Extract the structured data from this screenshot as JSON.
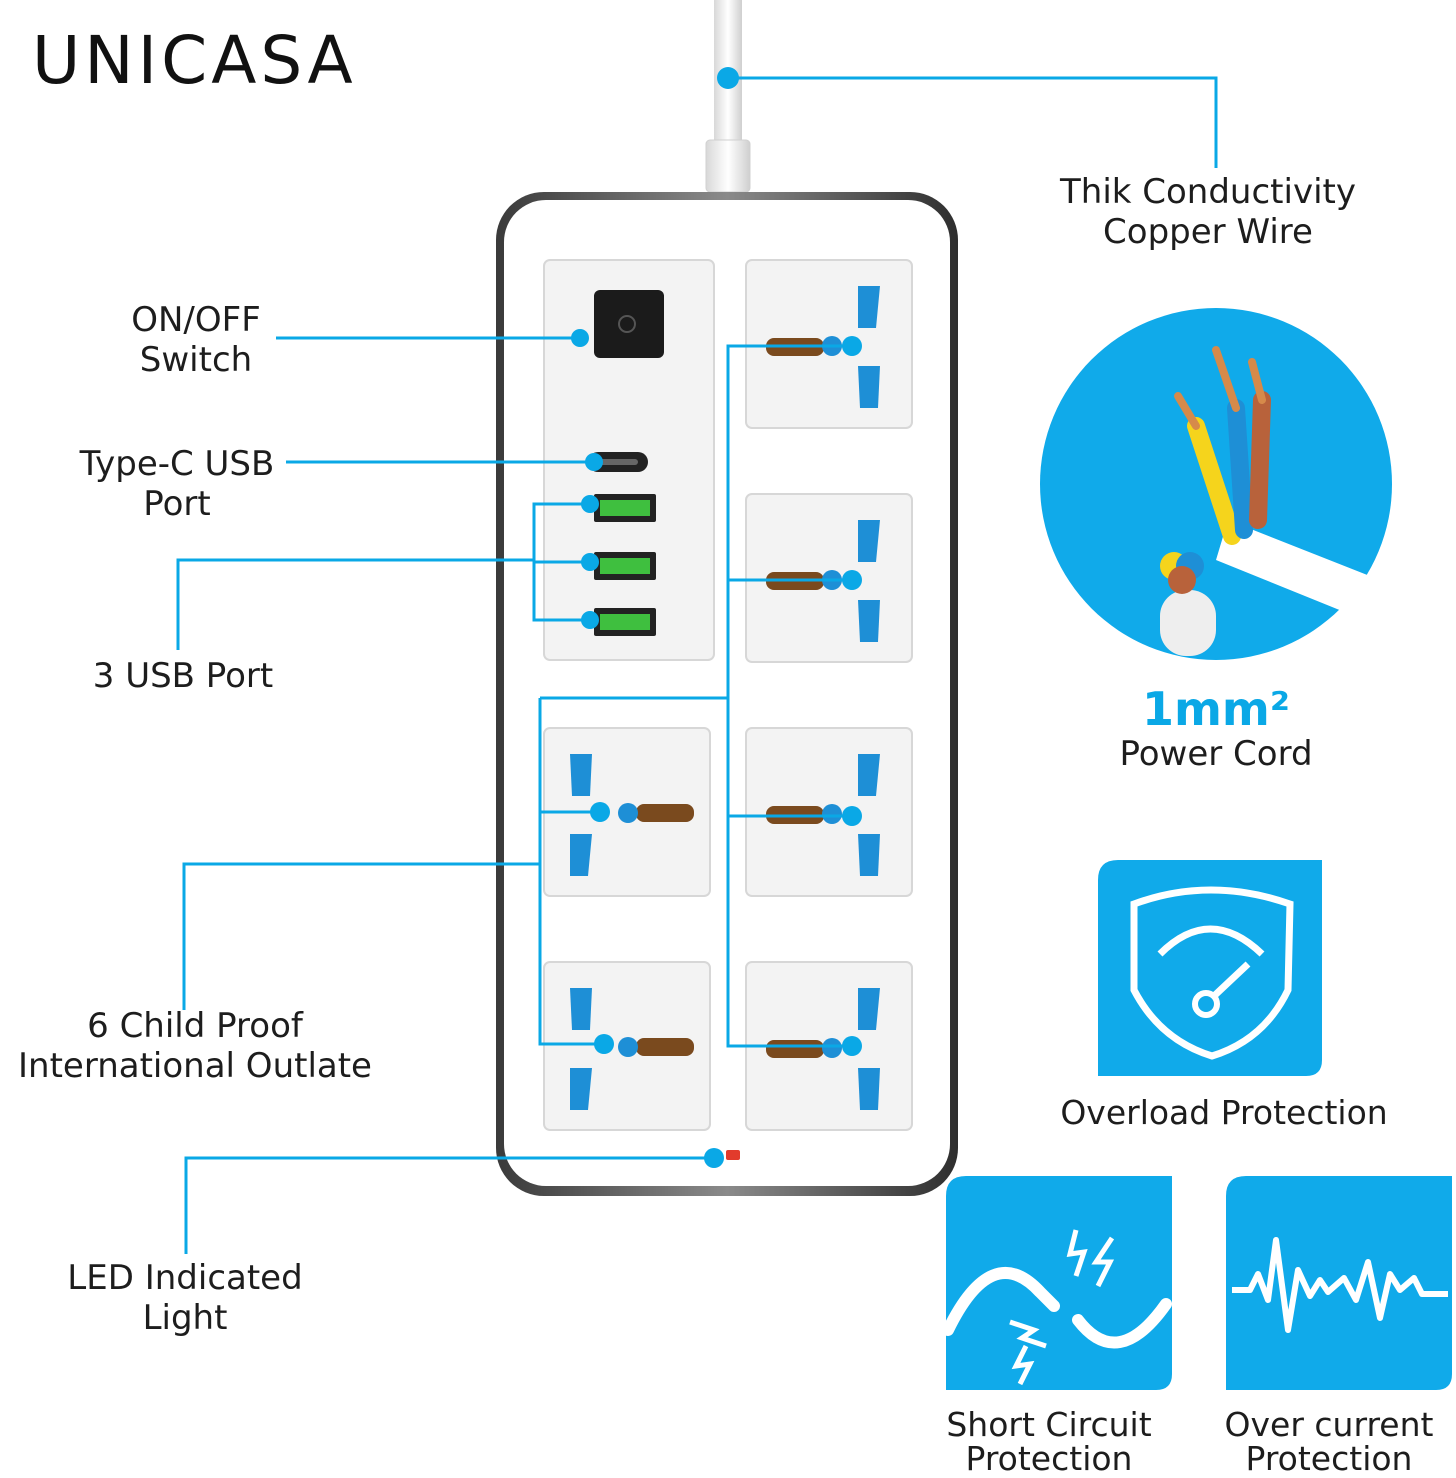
{
  "brand": "UNICASA",
  "colors": {
    "accent": "#0aa8e6",
    "outlet_blue": "#1e8fd6",
    "usb_green": "#3fbf3f",
    "badge_bg": "#10aaea"
  },
  "callouts": {
    "switch": [
      "ON/OFF",
      "Switch"
    ],
    "typec": [
      "Type-C USB",
      "Port"
    ],
    "usb": [
      "3 USB Port"
    ],
    "outlets": [
      "6 Child Proof",
      "International Outlate"
    ],
    "led": [
      "LED Indicated",
      "Light"
    ],
    "wire": [
      "Thik Conductivity",
      "Copper Wire"
    ]
  },
  "cord": {
    "spec": "1mm²",
    "label": "Power Cord"
  },
  "protections": [
    {
      "icon": "shield-gauge-icon",
      "label": [
        "Overload Protection"
      ]
    },
    {
      "icon": "lightning-wave-icon",
      "label": [
        "Short Circuit",
        "Protection"
      ]
    },
    {
      "icon": "pulse-wave-icon",
      "label": [
        "Over current",
        "Protection"
      ]
    }
  ]
}
